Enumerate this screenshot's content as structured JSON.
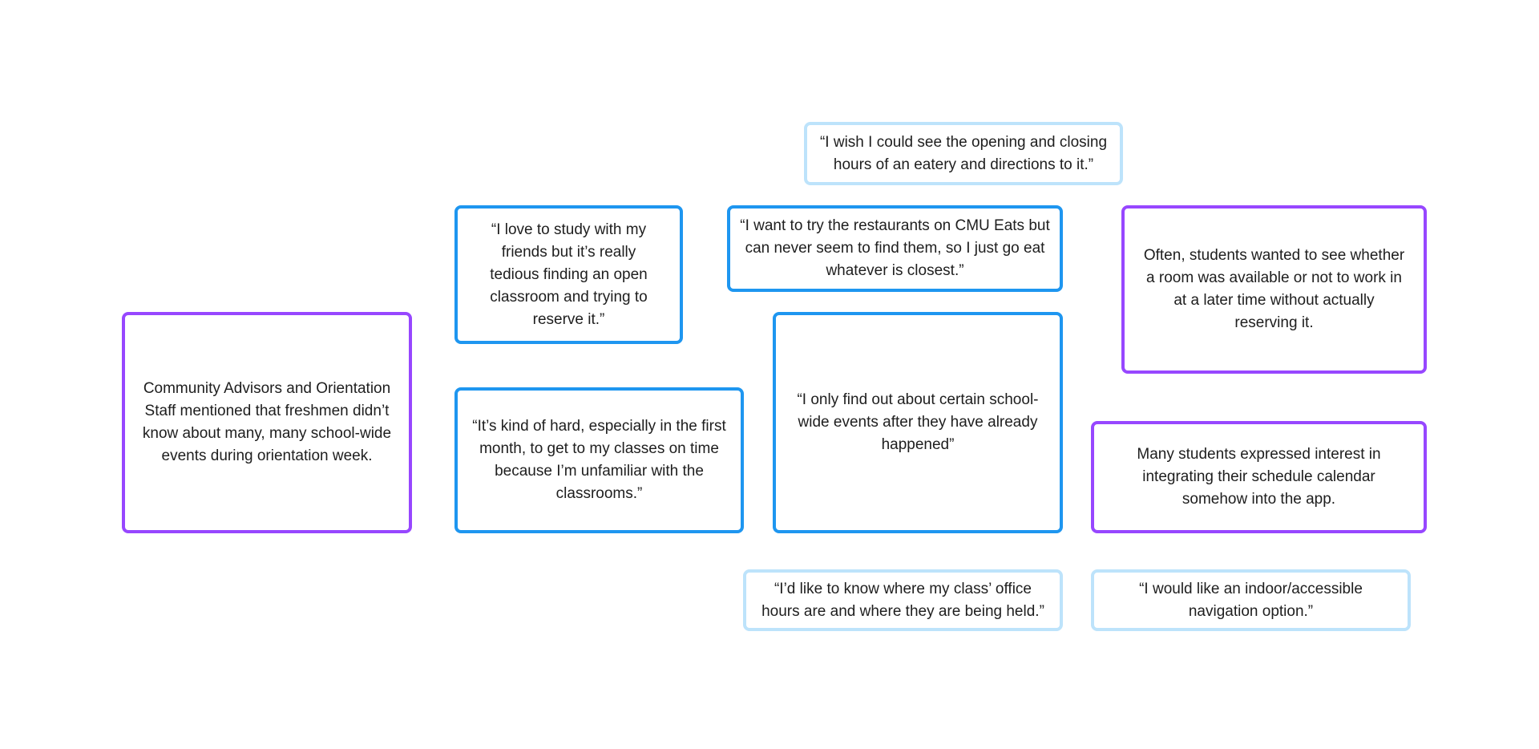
{
  "colors": {
    "insight_border": "#9747ff",
    "quote_border": "#1e96f0",
    "light_quote_border": "#bde3fb",
    "text": "#1e1e1e",
    "background": "#ffffff"
  },
  "cards": {
    "community_advisors": "Community Advisors and Orientation Staff mentioned that freshmen didn’t know about many, many school-wide events during orientation week.",
    "study_friends": "“I love to study with my friends but it’s really tedious finding an open classroom and trying to reserve it.”",
    "first_month": "“It’s kind of hard, especially in the first month, to get to my classes on time because I’m unfamiliar with the classrooms.”",
    "eatery_hours": "“I wish I could see the opening and closing hours of an eatery and directions to it.”",
    "cmu_eats": "“I want to try the restaurants on CMU Eats but can never seem to find them, so I just go eat whatever is closest.”",
    "school_events": "“I only find out about certain school-wide events after they have already happened”",
    "room_availability": "Often, students wanted to see whether a room was available or not to work in at a later time without actually reserving it.",
    "schedule_calendar": "Many students expressed interest in integrating their schedule calendar somehow into the app.",
    "office_hours": "“I’d like to know where my class’ office hours are and where they are being held.”",
    "indoor_navigation": "“I would like an indoor/accessible navigation option.”"
  }
}
